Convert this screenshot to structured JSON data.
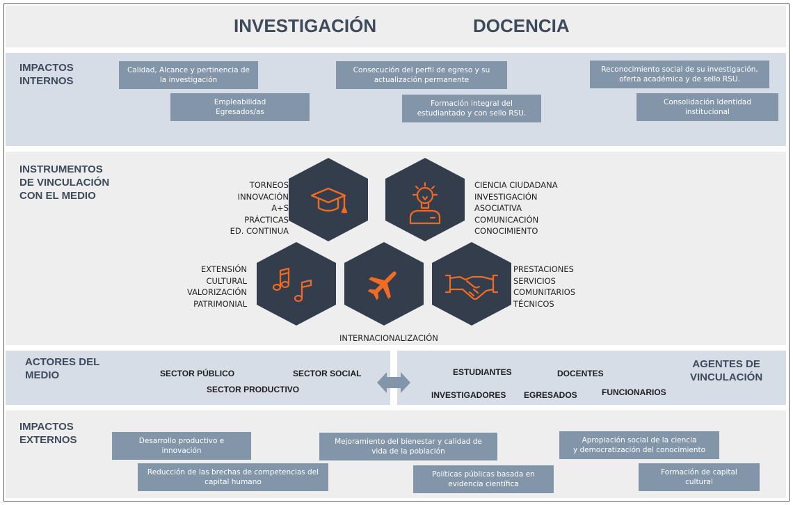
{
  "headers": {
    "left": "INVESTIGACIÓN",
    "right": "DOCENCIA"
  },
  "colors": {
    "band": "#d6dde7",
    "band_light": "#eeeeee",
    "box": "#8395a9",
    "heading": "#3d4a5c",
    "hexagon": "#343d4c",
    "icon": "#f26b22"
  },
  "internal_impacts": {
    "label": "IMPACTOS\nINTERNOS",
    "items": [
      "Calidad, Alcance y pertinencia  de\nla investigación",
      "Empleabilidad\nEgresados/as",
      "Consecución del perfil de egreso y su\nactualización permanente",
      "Formación integral del\nestudiantado y con sello RSU.",
      "Reconocimiento social de su investigación,\noferta académica  y de sello RSU.",
      "Consolidación Identidad\ninstitucional"
    ]
  },
  "instruments": {
    "label": "INSTRUMENTOS\nDE VINCULACIÓN\nCON EL MEDIO",
    "groups": {
      "teaching": "TORNEOS\nINNOVACIÓN\nA+S\nPRÁCTICAS\nED. CONTINUA",
      "research": "CIENCIA CIUDADANA\nINVESTIGACIÓN\n ASOCIATIVA\nCOMUNICACIÓN\nCONOCIMIENTO",
      "culture": "EXTENSIÓN\nCULTURAL\nVALORIZACIÓN\nPATRIMONIAL",
      "services": "PRESTACIONES\nSERVICIOS\nCOMUNITARIOS\nTÉCNICOS",
      "international": "INTERNACIONALIZACIÓN"
    },
    "icons": [
      "graduation-cap-icon",
      "lightbulb-person-icon",
      "music-notes-icon",
      "airplane-icon",
      "handshake-icon"
    ]
  },
  "actors": {
    "label": "ACTORES DEL\nMEDIO",
    "items": [
      "SECTOR PÚBLICO",
      "SECTOR SOCIAL",
      "SECTOR PRODUCTIVO"
    ]
  },
  "agents": {
    "label": "AGENTES DE\nVINCULACIÓN",
    "items": [
      "ESTUDIANTES",
      "DOCENTES",
      "INVESTIGADORES",
      "EGRESADOS",
      "FUNCIONARIOS"
    ]
  },
  "external_impacts": {
    "label": "IMPACTOS\nEXTERNOS",
    "items": [
      "Desarrollo productivo e\ninnovación",
      "Reducción de  las brechas de competencias del\ncapital humano",
      "Mejoramiento del bienestar y calidad de\nvida de la población",
      "Políticas públicas basada en\nevidencia científica",
      "Apropiación social de la ciencia\ny democratización del conocimiento",
      "Formación de capital\ncultural"
    ]
  }
}
